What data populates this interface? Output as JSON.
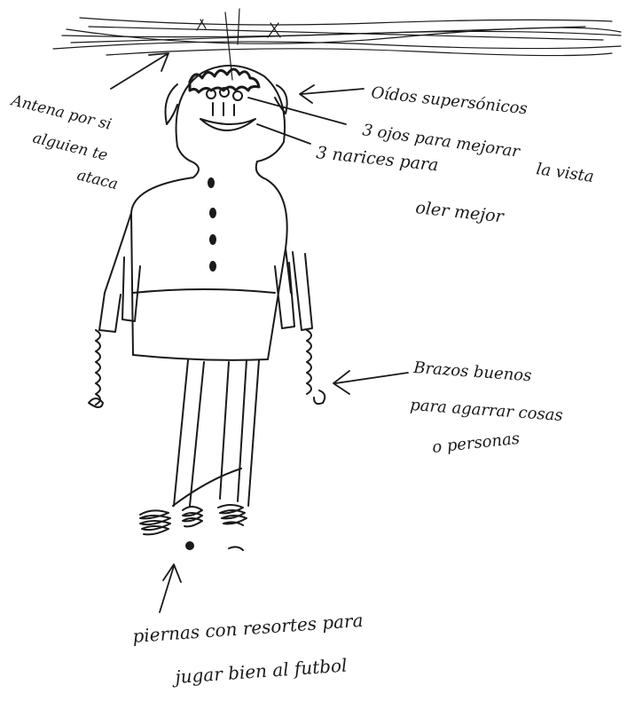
{
  "annotations": {
    "antenna": [
      "Antena por si",
      "alguien te",
      "ataca"
    ],
    "ears": "Oídos supersónicos",
    "eyes": [
      "3 ojos para mejorar",
      "la vista"
    ],
    "noses": [
      "3 narices para",
      "oler mejor"
    ],
    "arms": [
      "Brazos buenos",
      "para agarrar cosas",
      "o personas"
    ],
    "legs": [
      "piernas con resortes para",
      "jugar bien al futbol"
    ]
  }
}
